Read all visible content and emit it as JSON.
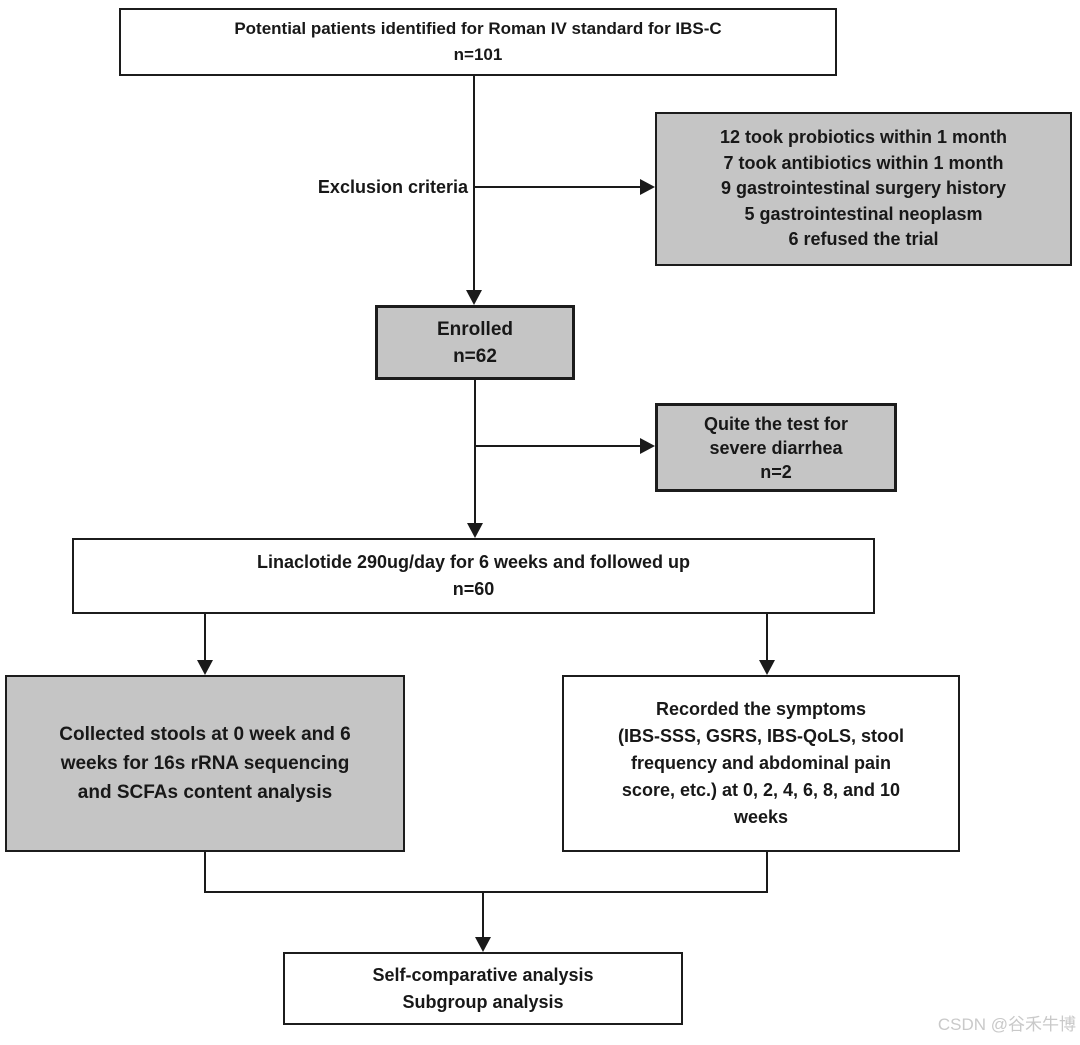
{
  "colors": {
    "box_gray_fill": "#c5c5c5",
    "box_white_fill": "#ffffff",
    "border_black": "#1c1c1c",
    "line_black": "#1a1a1a",
    "watermark_gray": "#c9c9c9"
  },
  "flowchart": {
    "identified": {
      "title": "Potential patients identified for Roman IV standard for IBS-C",
      "n": "n=101"
    },
    "exclusion_label": "Exclusion criteria",
    "exclusion": {
      "reasons": [
        "12 took probiotics within 1 month",
        "7 took antibiotics within 1 month",
        "9 gastrointestinal surgery history",
        "5 gastrointestinal neoplasm",
        "6 refused the trial"
      ]
    },
    "enrolled": {
      "title": "Enrolled",
      "n": "n=62"
    },
    "quit": {
      "text": "Quite the test for\nsevere diarrhea",
      "n": "n=2"
    },
    "treatment": {
      "title": "Linaclotide 290ug/day for 6 weeks and followed up",
      "n": "n=60"
    },
    "stool": {
      "text": "Collected stools at 0 week and 6\nweeks  for 16s rRNA sequencing\nand SCFAs content analysis"
    },
    "symptoms": {
      "text": "Recorded the symptoms\n(IBS-SSS, GSRS, IBS-QoLS, stool\nfrequency and abdominal pain\nscore, etc.) at 0, 2, 4, 6, 8, and 10\nweeks"
    },
    "analysis": {
      "line1": "Self-comparative analysis",
      "line2": "Subgroup analysis"
    }
  },
  "watermark": "CSDN @谷禾牛博"
}
